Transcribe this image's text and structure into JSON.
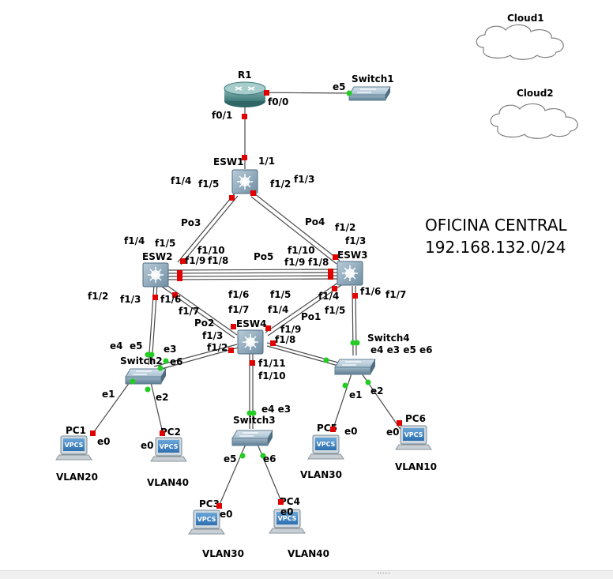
{
  "devices": {
    "r1": "R1",
    "switch1": "Switch1",
    "cloud1": "Cloud1",
    "cloud2": "Cloud2",
    "esw1": "ESW1",
    "esw2": "ESW2",
    "esw3": "ESW3",
    "esw4": "ESW4",
    "switch2": "Switch2",
    "switch3": "Switch3",
    "switch4": "Switch4",
    "pc1": "PC1",
    "pc2": "PC2",
    "pc3": "PC3",
    "pc4": "PC4",
    "pc5": "PC5",
    "pc6": "PC6"
  },
  "vpcs_label": "VPCS",
  "vlans": {
    "pc1": "VLAN20",
    "pc2": "VLAN40",
    "pc3": "VLAN30",
    "pc4": "VLAN40",
    "pc5": "VLAN30",
    "pc6": "VLAN10"
  },
  "office": {
    "name": "OFICINA CENTRAL",
    "network": "192.168.132.0/24"
  },
  "port_labels": {
    "r1_f00": "f0/0",
    "sw1_e5": "e5",
    "r1_f01": "f0/1",
    "esw1_11": "1/1",
    "esw1_f14": "f1/4",
    "esw1_f15": "f1/5",
    "esw1_f12": "f1/2",
    "esw1_f13": "f1/3",
    "po3": "Po3",
    "po4": "Po4",
    "po5": "Po5",
    "po1": "Po1",
    "po2": "Po2",
    "esw2_f14": "f1/4",
    "esw2_f15": "f1/5",
    "esw2_f110": "f1/10",
    "esw2_f19": "f1/9",
    "esw2_f18": "f1/8",
    "esw2_f12": "f1/2",
    "esw2_f13": "f1/3",
    "esw2_f16": "f1/6",
    "esw2_f17": "f1/7",
    "esw3_f12": "f1/2",
    "esw3_f13": "f1/3",
    "esw3_f110": "f1/10",
    "esw3_f19": "f1/9",
    "esw3_f18": "f1/8",
    "esw3_f16": "f1/6",
    "esw3_f17": "f1/7",
    "esw3_f14": "f1/4",
    "esw3_f15": "f1/5",
    "esw4_f16": "f1/6",
    "esw4_f17": "f1/7",
    "esw4_f15": "f1/5",
    "esw4_f14": "f1/4",
    "esw4_f19": "f1/9",
    "esw4_f18": "f1/8",
    "esw4_f13": "f1/3",
    "esw4_f12": "f1/2",
    "esw4_f111": "f1/11",
    "esw4_f110": "f1/10",
    "sw2_e4": "e4",
    "sw2_e5": "e5",
    "sw2_e3": "e3",
    "sw2_e6": "e6",
    "sw2_e1": "e1",
    "sw2_e2": "e2",
    "sw3_e4e3": "e4 e3",
    "sw3_e5": "e5",
    "sw3_e6": "e6",
    "sw4_e": "e4 e3  e5  e6",
    "sw4_e1": "e1",
    "sw4_e2": "e2",
    "pc1_e0": "e0",
    "pc2_e0": "e0",
    "pc3_e0": "e0",
    "pc4_e0": "e0",
    "pc5_e0": "e0",
    "pc6_e0": "e0"
  },
  "colors": {
    "link_down": "#e00000",
    "link_up": "#22cc22",
    "device_blue": "#5b7f96",
    "router_teal": "#3d7c7c"
  }
}
